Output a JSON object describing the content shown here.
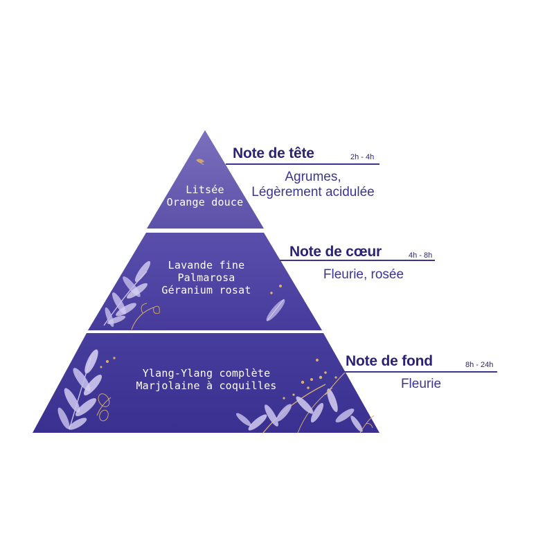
{
  "colors": {
    "tier_top": "#6a5fb0",
    "tier_mid": "#4f44a3",
    "tier_base": "#3f3595",
    "title_text": "#2b2277",
    "desc_text": "#3b3592",
    "leaf_light": "#d2cdf0",
    "leaf_gold": "#d8b36a"
  },
  "tiers": [
    {
      "ingredients": [
        "Litsée",
        "Orange douce"
      ]
    },
    {
      "ingredients": [
        "Lavande fine",
        "Palmarosa",
        "Géranium rosat"
      ]
    },
    {
      "ingredients": [
        "Ylang-Ylang complète",
        "Marjolaine à coquilles"
      ]
    }
  ],
  "notes": [
    {
      "title": "Note de tête",
      "time": "2h - 4h",
      "description": [
        "Agrumes,",
        "Légèrement acidulée"
      ]
    },
    {
      "title": "Note de cœur",
      "time": "4h - 8h",
      "description": [
        "Fleurie, rosée"
      ]
    },
    {
      "title": "Note de fond",
      "time": "8h - 24h",
      "description": [
        "Fleurie"
      ]
    }
  ],
  "decoration_icons": [
    "leaf-sprig-icon",
    "ginkgo-leaf-icon",
    "gold-berry-icon"
  ]
}
